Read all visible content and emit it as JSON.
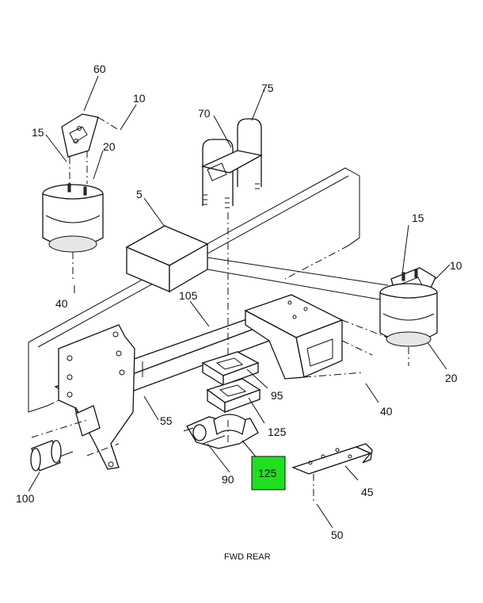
{
  "callouts": {
    "c60": "60",
    "c10_left": "10",
    "c15_left": "15",
    "c20_left": "20",
    "c40_left": "40",
    "c75": "75",
    "c70": "70",
    "c5": "5",
    "c15_right": "15",
    "c10_right": "10",
    "c20_right": "20",
    "c105": "105",
    "c95": "95",
    "c125_upper": "125",
    "c125_selected": "125",
    "c55": "55",
    "c40_right": "40",
    "c90": "90",
    "c45": "45",
    "c100": "100",
    "c50": "50"
  },
  "caption": "FWD REAR",
  "colors": {
    "highlight": "#1fe01f",
    "line": "#111111"
  }
}
